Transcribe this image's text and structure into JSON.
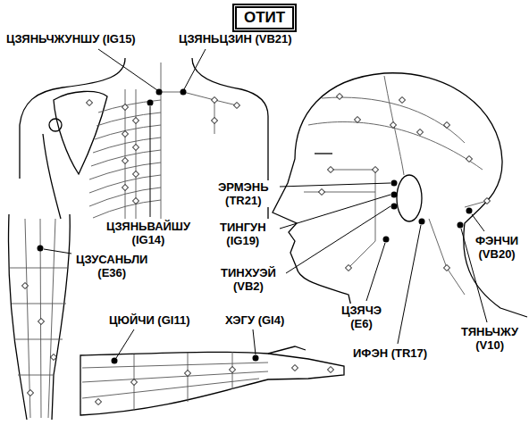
{
  "diagram": {
    "title": "ОТИТ",
    "labels": [
      "ЦЗЯНЬЧЖУНШУ (IG15)",
      "ЦЗЯНЬЦЗИН (VB21)",
      "ЭРМЭНЬ (TR21)",
      "ЦЗЯНЬВАЙШУ (IG14)",
      "ТИНГУН (IG19)",
      "ЦЗУСАНЬЛИ (E36)",
      "ТИНХУЭЙ (VB2)",
      "ФЭНЧИ (VB20)",
      "ЦЗЯЧЭ (E6)",
      "ЦЮЙЧИ (GI11)",
      "ХЭГУ (GI4)",
      "ТЯНЬЧЖУ (V10)",
      "ИФЭН (TR17)"
    ]
  }
}
